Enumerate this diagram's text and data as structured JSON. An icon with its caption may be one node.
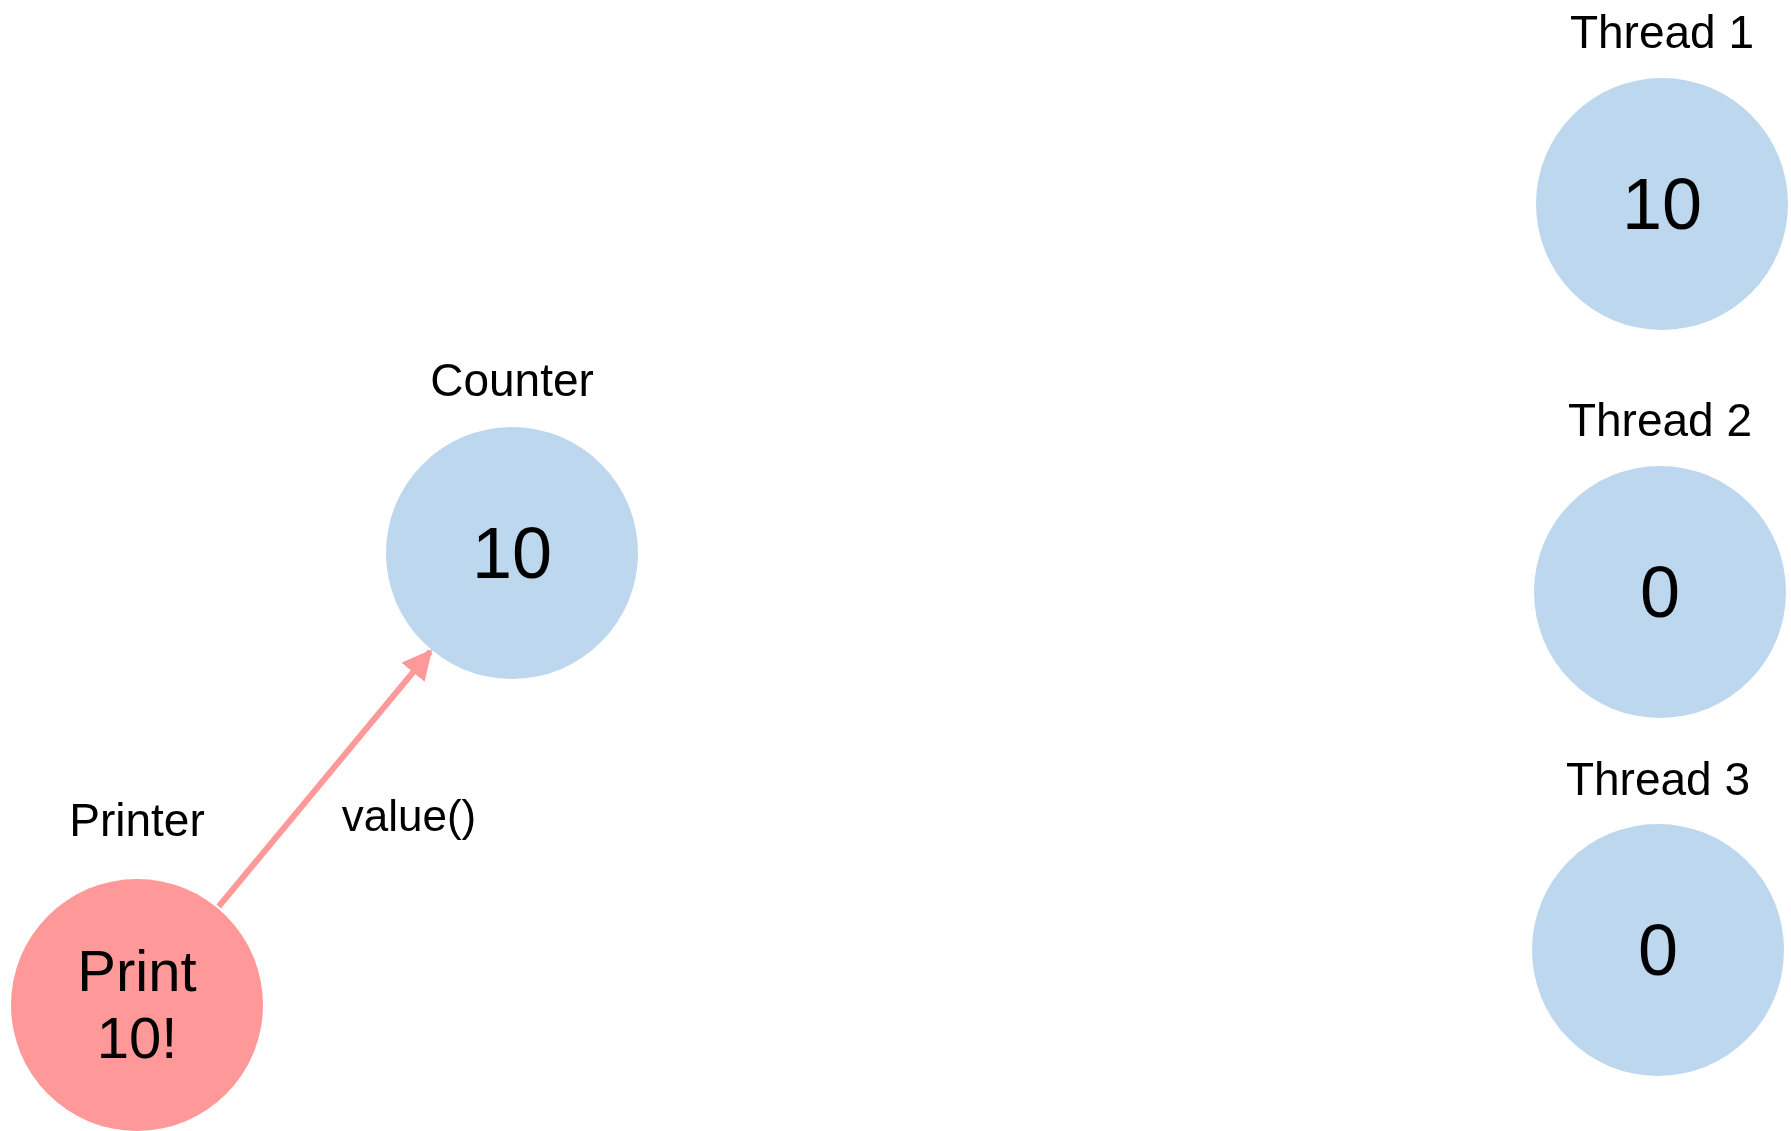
{
  "diagram": {
    "nodes": [
      {
        "text": [
          "Thread 1",
          "10"
        ]
      },
      {
        "text": [
          "Counter",
          "10"
        ]
      },
      {
        "text": [
          "Thread 2",
          "0"
        ]
      },
      {
        "text": [
          "Thread 3",
          "0"
        ]
      },
      {
        "text": [
          "Printer",
          "Print 10!"
        ]
      }
    ],
    "edges": [
      {
        "from": 4,
        "to": 1,
        "arrow": "to",
        "label": "value()",
        "color": "#ff9999"
      }
    ]
  }
}
